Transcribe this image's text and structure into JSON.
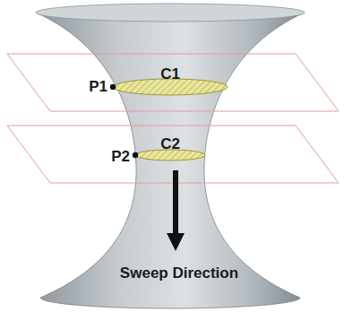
{
  "diagram": {
    "labels": [
      "C1",
      "P1",
      "C2",
      "P2",
      "Sweep Direction"
    ]
  }
}
